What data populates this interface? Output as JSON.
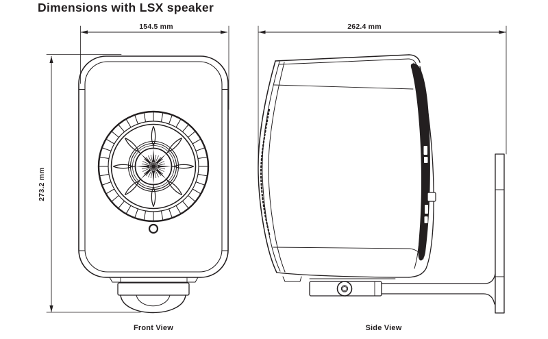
{
  "title": "Dimensions with LSX speaker",
  "colors": {
    "line": "#231f20",
    "background": "#ffffff"
  },
  "dimensions_mm": {
    "width": 154.5,
    "height": 273.2,
    "depth": 262.4
  },
  "views": {
    "front": {
      "label": "Front View",
      "width_label": "154.5 mm",
      "height_label": "273.2 mm"
    },
    "side": {
      "label": "Side View",
      "depth_label": "262.4 mm"
    }
  }
}
